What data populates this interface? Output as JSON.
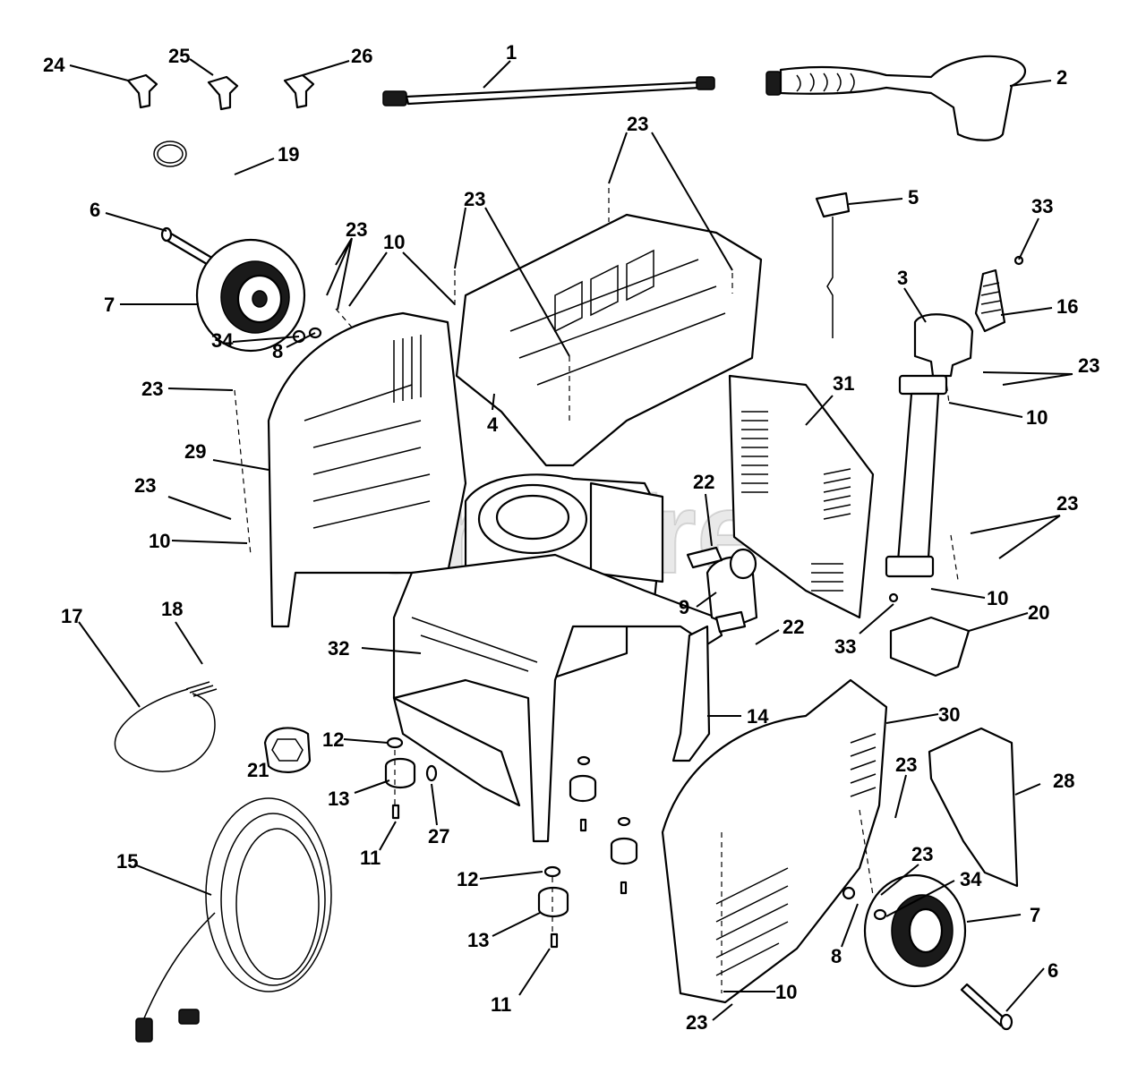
{
  "watermark": "PartsTree",
  "callouts": [
    {
      "id": "c1",
      "text": "1"
    },
    {
      "id": "c2",
      "text": "2"
    },
    {
      "id": "c24",
      "text": "24"
    },
    {
      "id": "c25",
      "text": "25"
    },
    {
      "id": "c26",
      "text": "26"
    },
    {
      "id": "c19",
      "text": "19"
    },
    {
      "id": "c23a",
      "text": "23"
    },
    {
      "id": "c23b",
      "text": "23"
    },
    {
      "id": "c5",
      "text": "5"
    },
    {
      "id": "c33a",
      "text": "33"
    },
    {
      "id": "c6a",
      "text": "6"
    },
    {
      "id": "c7a",
      "text": "7"
    },
    {
      "id": "c23c",
      "text": "23"
    },
    {
      "id": "c10a",
      "text": "10"
    },
    {
      "id": "c3",
      "text": "3"
    },
    {
      "id": "c16",
      "text": "16"
    },
    {
      "id": "c23d",
      "text": "23"
    },
    {
      "id": "c34a",
      "text": "34"
    },
    {
      "id": "c8a",
      "text": "8"
    },
    {
      "id": "c10b",
      "text": "10"
    },
    {
      "id": "c4",
      "text": "4"
    },
    {
      "id": "c23e",
      "text": "23"
    },
    {
      "id": "c31",
      "text": "31"
    },
    {
      "id": "c29",
      "text": "29"
    },
    {
      "id": "c22a",
      "text": "22"
    },
    {
      "id": "c23f",
      "text": "23"
    },
    {
      "id": "c23g",
      "text": "23"
    },
    {
      "id": "c10c",
      "text": "10"
    },
    {
      "id": "c10d",
      "text": "10"
    },
    {
      "id": "c9",
      "text": "9"
    },
    {
      "id": "c17",
      "text": "17"
    },
    {
      "id": "c18",
      "text": "18"
    },
    {
      "id": "c20",
      "text": "20"
    },
    {
      "id": "c32",
      "text": "32"
    },
    {
      "id": "c22b",
      "text": "22"
    },
    {
      "id": "c33b",
      "text": "33"
    },
    {
      "id": "c14",
      "text": "14"
    },
    {
      "id": "c30",
      "text": "30"
    },
    {
      "id": "c12a",
      "text": "12"
    },
    {
      "id": "c21",
      "text": "21"
    },
    {
      "id": "c13a",
      "text": "13"
    },
    {
      "id": "c27",
      "text": "27"
    },
    {
      "id": "c23h",
      "text": "23"
    },
    {
      "id": "c28",
      "text": "28"
    },
    {
      "id": "c11a",
      "text": "11"
    },
    {
      "id": "c15",
      "text": "15"
    },
    {
      "id": "c12b",
      "text": "12"
    },
    {
      "id": "c23i",
      "text": "23"
    },
    {
      "id": "c34b",
      "text": "34"
    },
    {
      "id": "c7b",
      "text": "7"
    },
    {
      "id": "c13b",
      "text": "13"
    },
    {
      "id": "c8b",
      "text": "8"
    },
    {
      "id": "c6b",
      "text": "6"
    },
    {
      "id": "c11b",
      "text": "11"
    },
    {
      "id": "c10e",
      "text": "10"
    },
    {
      "id": "c23j",
      "text": "23"
    }
  ]
}
